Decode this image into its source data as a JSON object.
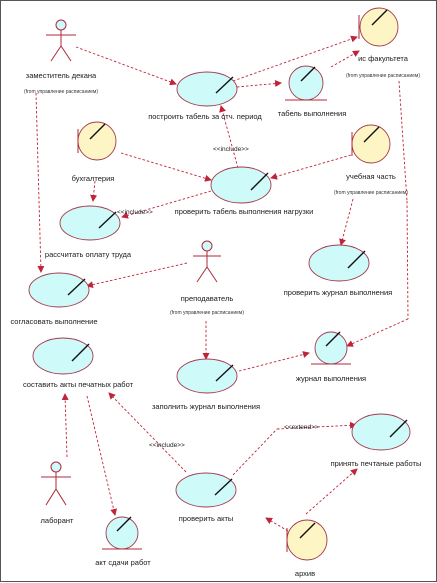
{
  "actors": {
    "deputy_dean": {
      "label": "заместитель декана",
      "sub": "(from управление расписанием)"
    },
    "teacher": {
      "label": "преподаватель",
      "sub": "(from управление расписанием)"
    },
    "lab_assistant": {
      "label": "лаборант"
    }
  },
  "boundaries": {
    "faculty_is": {
      "label": "ис факультета",
      "sub": "(from управление расписанием)"
    },
    "accounting": {
      "label": "бухгалтерия"
    },
    "academic_unit": {
      "label": "учебная часть",
      "sub": "(from управление расписанием)"
    },
    "archive": {
      "label": "архив"
    }
  },
  "entities": {
    "timesheet": {
      "label": "табель выполнения"
    },
    "journal": {
      "label": "журнал выполнения"
    },
    "work_act": {
      "label": "акт сдачи работ"
    }
  },
  "usecases": {
    "build_timesheet": {
      "label": "построить табель за отч. период"
    },
    "check_timesheet": {
      "label": "проверить табель выполнения нагрузки"
    },
    "calc_pay": {
      "label": "рассчитать оплату труда"
    },
    "check_journal": {
      "label": "проверить журнал выполнения"
    },
    "approve": {
      "label": "согласовать выполнение"
    },
    "make_acts": {
      "label": "составить акты печатных работ"
    },
    "fill_journal": {
      "label": "заполнить журнал выполнения"
    },
    "accept_print": {
      "label": "принять печтаные работы"
    },
    "check_acts": {
      "label": "проверить акты"
    }
  },
  "stereotypes": {
    "include_1": "<<include>>",
    "include_2": "<<include>>",
    "include_3": "<<include>>",
    "extend_1": "<<extend>>"
  }
}
